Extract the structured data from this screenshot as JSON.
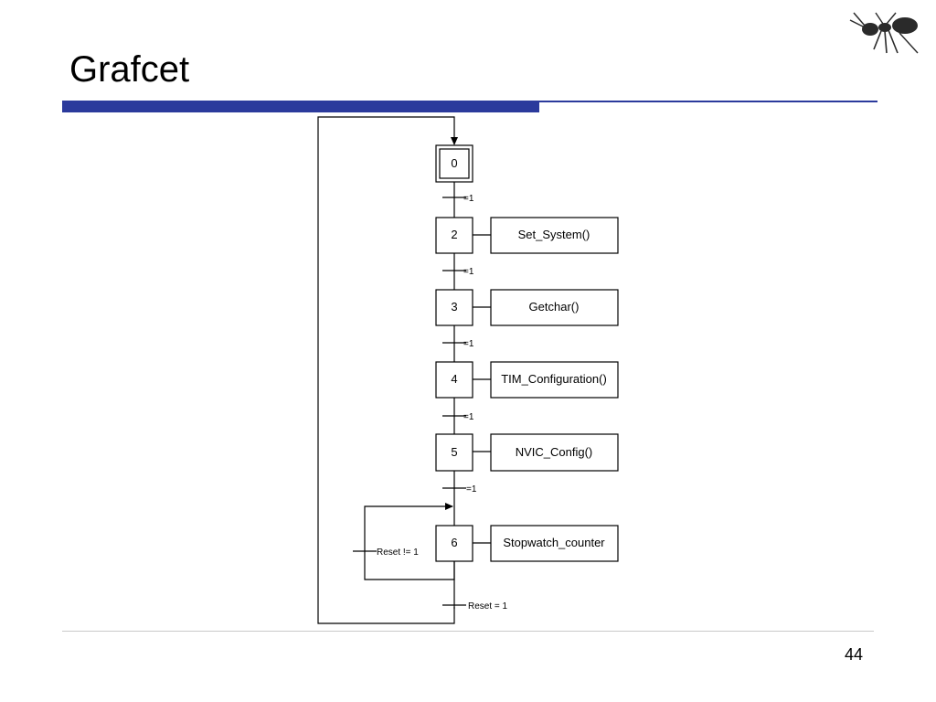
{
  "slide": {
    "title": "Grafcet",
    "page_number": "44"
  },
  "grafcet": {
    "initial_step": "0",
    "steps": [
      {
        "id": "2",
        "action": "Set_System()"
      },
      {
        "id": "3",
        "action": "Getchar()"
      },
      {
        "id": "4",
        "action": "TIM_Configuration()"
      },
      {
        "id": "5",
        "action": "NVIC_Config()"
      },
      {
        "id": "6",
        "action": "Stopwatch_counter"
      }
    ],
    "transitions": [
      "=1",
      "=1",
      "=1",
      "=1",
      "=1"
    ],
    "loop_condition": "Reset != 1",
    "exit_condition": "Reset = 1"
  },
  "colors": {
    "accent_bar": "#2b3a9c",
    "line": "#000000"
  }
}
